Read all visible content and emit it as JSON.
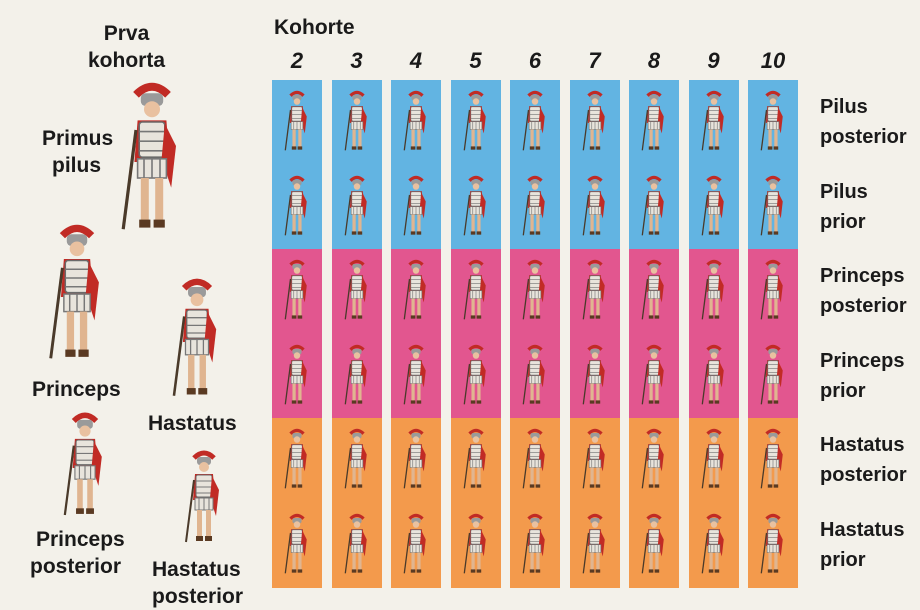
{
  "left": {
    "first_cohort": [
      "Prva",
      "kohorta"
    ],
    "primus_pilus": [
      "Primus",
      "pilus"
    ],
    "princeps": "Princeps",
    "hastatus": "Hastatus",
    "princeps_posterior": [
      "Princeps",
      "posterior"
    ],
    "hastatus_posterior": [
      "Hastatus",
      "posterior"
    ]
  },
  "grid": {
    "header": "Kohorte",
    "columns": [
      "2",
      "3",
      "4",
      "5",
      "6",
      "7",
      "8",
      "9",
      "10"
    ],
    "rows": [
      {
        "label": [
          "Pilus",
          "posterior"
        ],
        "band": "pilus"
      },
      {
        "label": [
          "Pilus",
          "prior"
        ],
        "band": "pilus"
      },
      {
        "label": [
          "Princeps",
          "posterior"
        ],
        "band": "princeps"
      },
      {
        "label": [
          "Princeps",
          "prior"
        ],
        "band": "princeps"
      },
      {
        "label": [
          "Hastatus",
          "posterior"
        ],
        "band": "hastatus"
      },
      {
        "label": [
          "Hastatus",
          "prior"
        ],
        "band": "hastatus"
      }
    ]
  },
  "colors": {
    "pilus": "#62b4e2",
    "princeps": "#e2568f",
    "hastatus": "#f39a4c",
    "tunic": "#c12b25",
    "armor": "#e8e4dc"
  }
}
